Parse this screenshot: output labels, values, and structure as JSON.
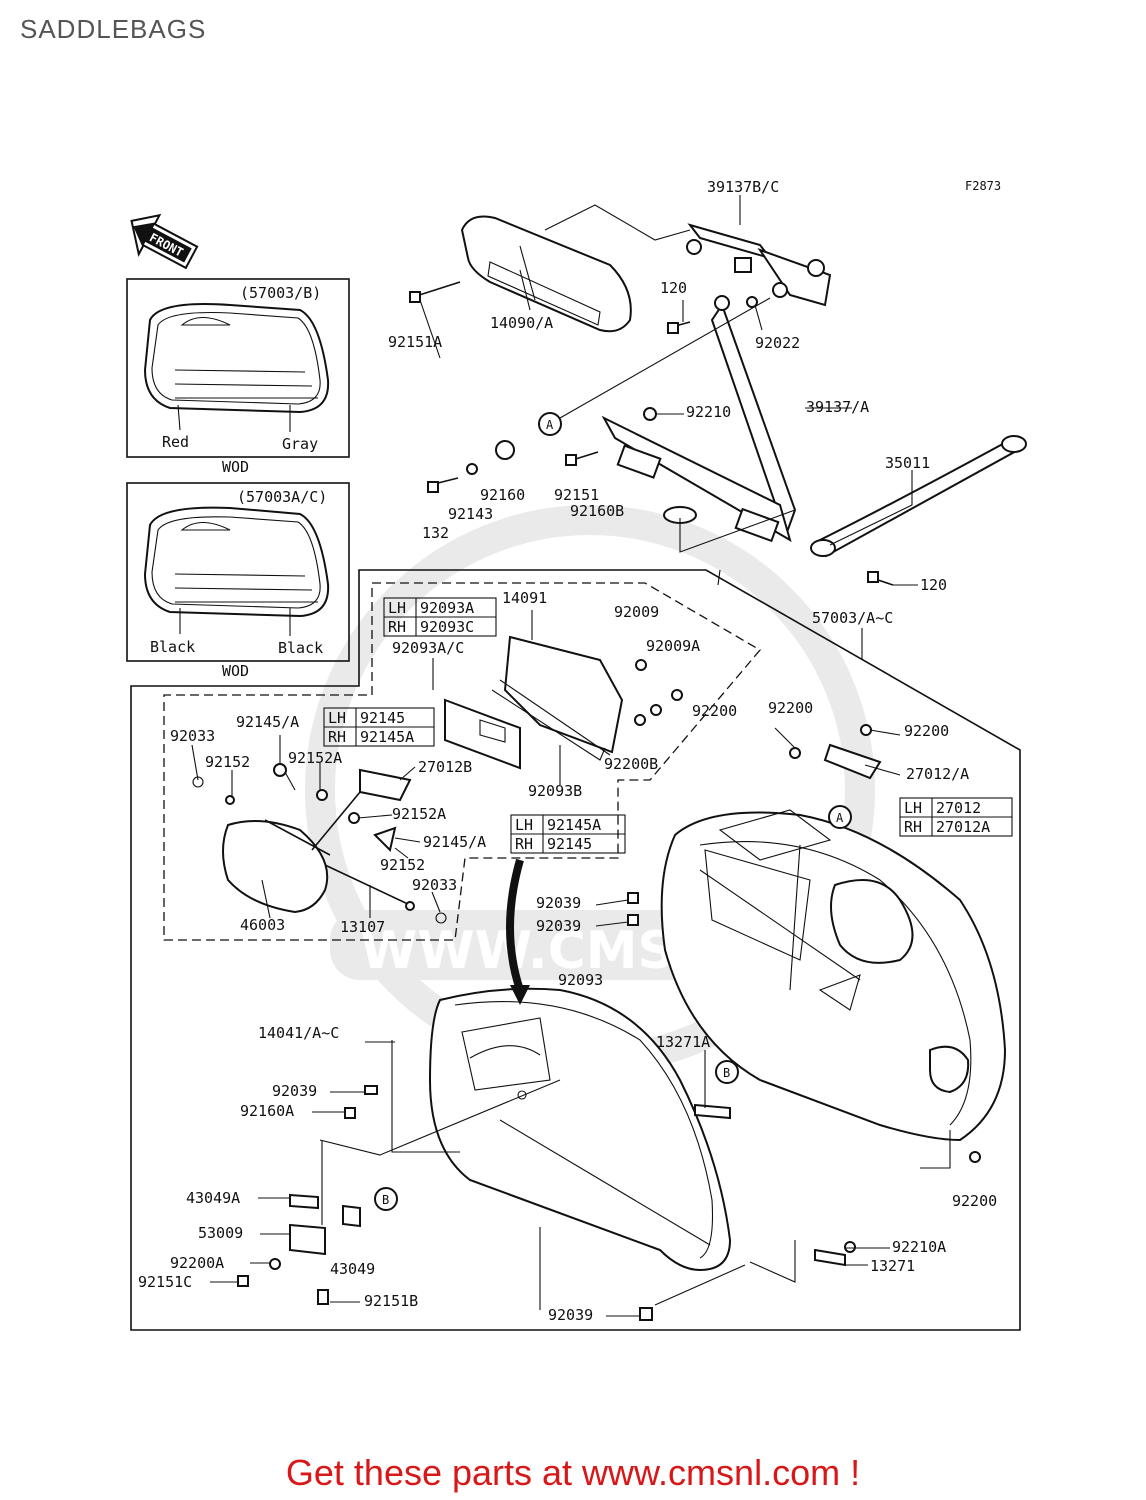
{
  "page": {
    "title": "SADDLEBAGS"
  },
  "diagram": {
    "figure_code": "F2873",
    "front_label": "FRONT",
    "watermark": "WWW.CMSNL.COM",
    "insets": [
      {
        "code": "(57003/B)",
        "left_color": "Red",
        "right_color": "Gray",
        "note": "WOD"
      },
      {
        "code": "(57003A/C)",
        "left_color": "Black",
        "right_color": "Black",
        "note": "WOD"
      }
    ],
    "tables": [
      {
        "rows": [
          [
            "LH",
            "92093A"
          ],
          [
            "RH",
            "92093C"
          ]
        ]
      },
      {
        "rows": [
          [
            "LH",
            "92145"
          ],
          [
            "RH",
            "92145A"
          ]
        ]
      },
      {
        "rows": [
          [
            "LH",
            "92145A"
          ],
          [
            "RH",
            "92145"
          ]
        ]
      },
      {
        "rows": [
          [
            "LH",
            "27012"
          ],
          [
            "RH",
            "27012A"
          ]
        ]
      }
    ],
    "callouts": [
      "A",
      "A",
      "B",
      "B"
    ],
    "parts": [
      "39137B/C",
      "120",
      "92022",
      "14090/A",
      "92151A",
      "39137/A",
      "92210",
      "35011",
      "92151",
      "92160",
      "92143",
      "132",
      "92160B",
      "120",
      "57003/A~C",
      "14091",
      "92009",
      "92009A",
      "92093A/C",
      "92200",
      "92200B",
      "92093B",
      "92200",
      "92200",
      "27012/A",
      "92145/A",
      "92033",
      "92152",
      "92152A",
      "27012B",
      "92152A",
      "92145/A",
      "92152",
      "92033",
      "46003",
      "13107",
      "92039",
      "92039",
      "92093",
      "14041/A~C",
      "13271A",
      "92039",
      "92160A",
      "92200",
      "43049A",
      "53009",
      "43049",
      "92200A",
      "92151C",
      "92151B",
      "92210A",
      "13271",
      "92039"
    ]
  },
  "footer": {
    "text": "Get these parts at www.cmsnl.com !"
  }
}
